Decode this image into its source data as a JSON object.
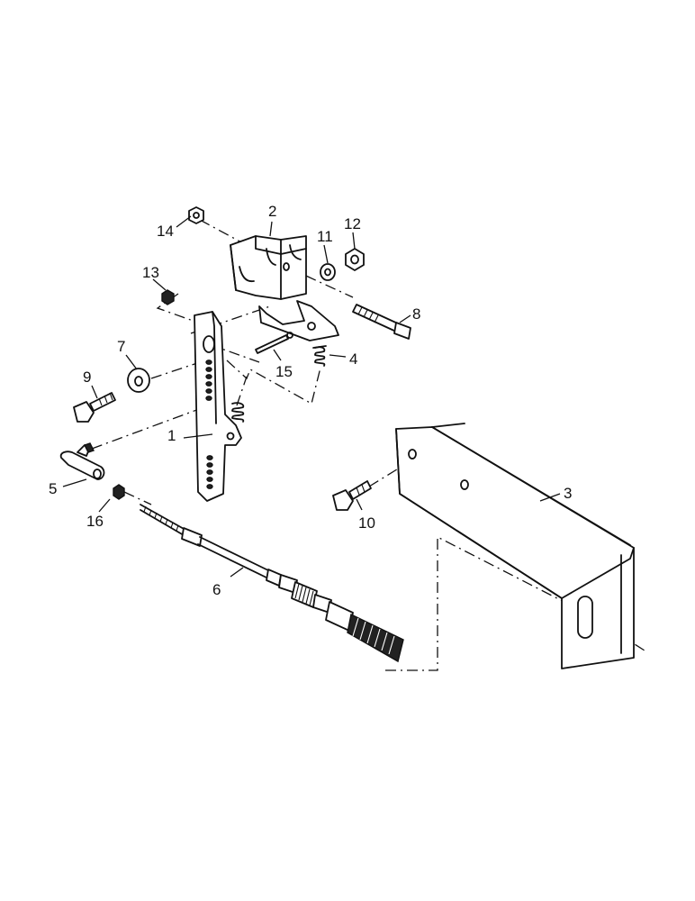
{
  "diagram": {
    "callouts": [
      "1",
      "2",
      "3",
      "4",
      "5",
      "6",
      "7",
      "8",
      "9",
      "10",
      "11",
      "12",
      "13",
      "14",
      "15",
      "16"
    ]
  }
}
